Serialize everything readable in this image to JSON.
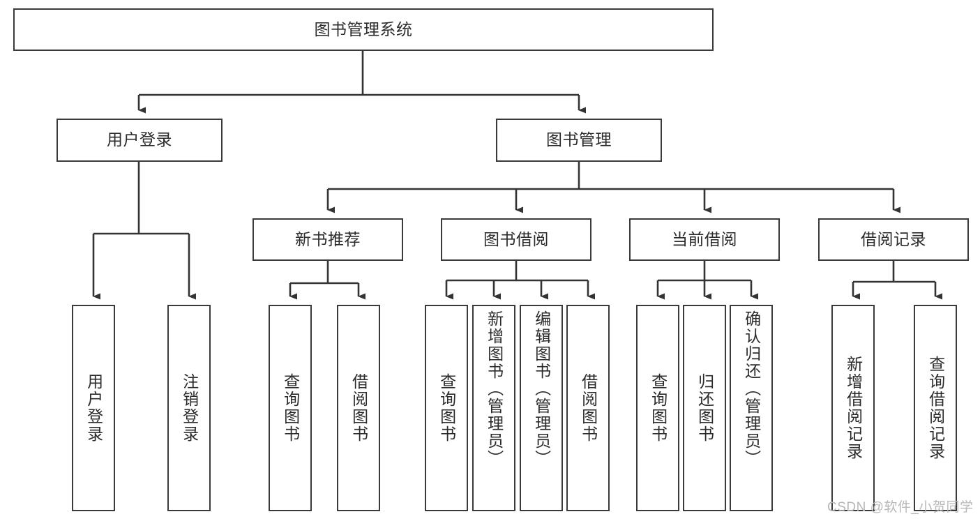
{
  "diagram": {
    "type": "tree",
    "title": "图书管理系统",
    "watermark": "CSDN @软件_小贺同学",
    "colors": {
      "box_border": "#3a3a3a",
      "box_fill": "#ffffff",
      "text": "#2b2b2b",
      "connector": "#333333",
      "watermark": "#b8b8b8",
      "background": "#ffffff"
    },
    "levels": {
      "root": "图书管理系统",
      "level2": [
        "用户登录",
        "图书管理"
      ],
      "level3": [
        "新书推荐",
        "图书借阅",
        "当前借阅",
        "借阅记录"
      ]
    },
    "nodes": {
      "root": {
        "label": "图书管理系统"
      },
      "user_login": {
        "label": "用户登录"
      },
      "book_manage": {
        "label": "图书管理"
      },
      "new_book_rec": {
        "label": "新书推荐"
      },
      "book_borrow": {
        "label": "图书借阅"
      },
      "current_borrow": {
        "label": "当前借阅"
      },
      "borrow_record": {
        "label": "借阅记录"
      },
      "leaf_user_login": {
        "label": "用户登录"
      },
      "leaf_logout": {
        "label": "注销登录"
      },
      "leaf_query_books_1": {
        "label": "查询图书"
      },
      "leaf_borrow_books_1": {
        "label": "借阅图书"
      },
      "leaf_query_books_2": {
        "label": "查询图书"
      },
      "leaf_add_book": {
        "label": "新增图书（管理员）"
      },
      "leaf_edit_book": {
        "label": "编辑图书（管理员）"
      },
      "leaf_borrow_books_2": {
        "label": "借阅图书"
      },
      "leaf_query_books_3": {
        "label": "查询图书"
      },
      "leaf_return_book": {
        "label": "归还图书"
      },
      "leaf_confirm_return": {
        "label": "确认归还（管理员）"
      },
      "leaf_add_record": {
        "label": "新增借阅记录"
      },
      "leaf_query_record": {
        "label": "查询借阅记录"
      }
    },
    "edges": [
      {
        "from": "图书管理系统",
        "to": "用户登录"
      },
      {
        "from": "图书管理系统",
        "to": "图书管理"
      },
      {
        "from": "用户登录",
        "to": "用户登录"
      },
      {
        "from": "用户登录",
        "to": "注销登录"
      },
      {
        "from": "图书管理",
        "to": "新书推荐"
      },
      {
        "from": "图书管理",
        "to": "图书借阅"
      },
      {
        "from": "图书管理",
        "to": "当前借阅"
      },
      {
        "from": "图书管理",
        "to": "借阅记录"
      },
      {
        "from": "新书推荐",
        "to": "查询图书"
      },
      {
        "from": "新书推荐",
        "to": "借阅图书"
      },
      {
        "from": "图书借阅",
        "to": "查询图书"
      },
      {
        "from": "图书借阅",
        "to": "新增图书（管理员）"
      },
      {
        "from": "图书借阅",
        "to": "编辑图书（管理员）"
      },
      {
        "from": "图书借阅",
        "to": "借阅图书"
      },
      {
        "from": "当前借阅",
        "to": "查询图书"
      },
      {
        "from": "当前借阅",
        "to": "归还图书"
      },
      {
        "from": "当前借阅",
        "to": "确认归还（管理员）"
      },
      {
        "from": "借阅记录",
        "to": "新增借阅记录"
      },
      {
        "from": "借阅记录",
        "to": "查询借阅记录"
      }
    ]
  }
}
